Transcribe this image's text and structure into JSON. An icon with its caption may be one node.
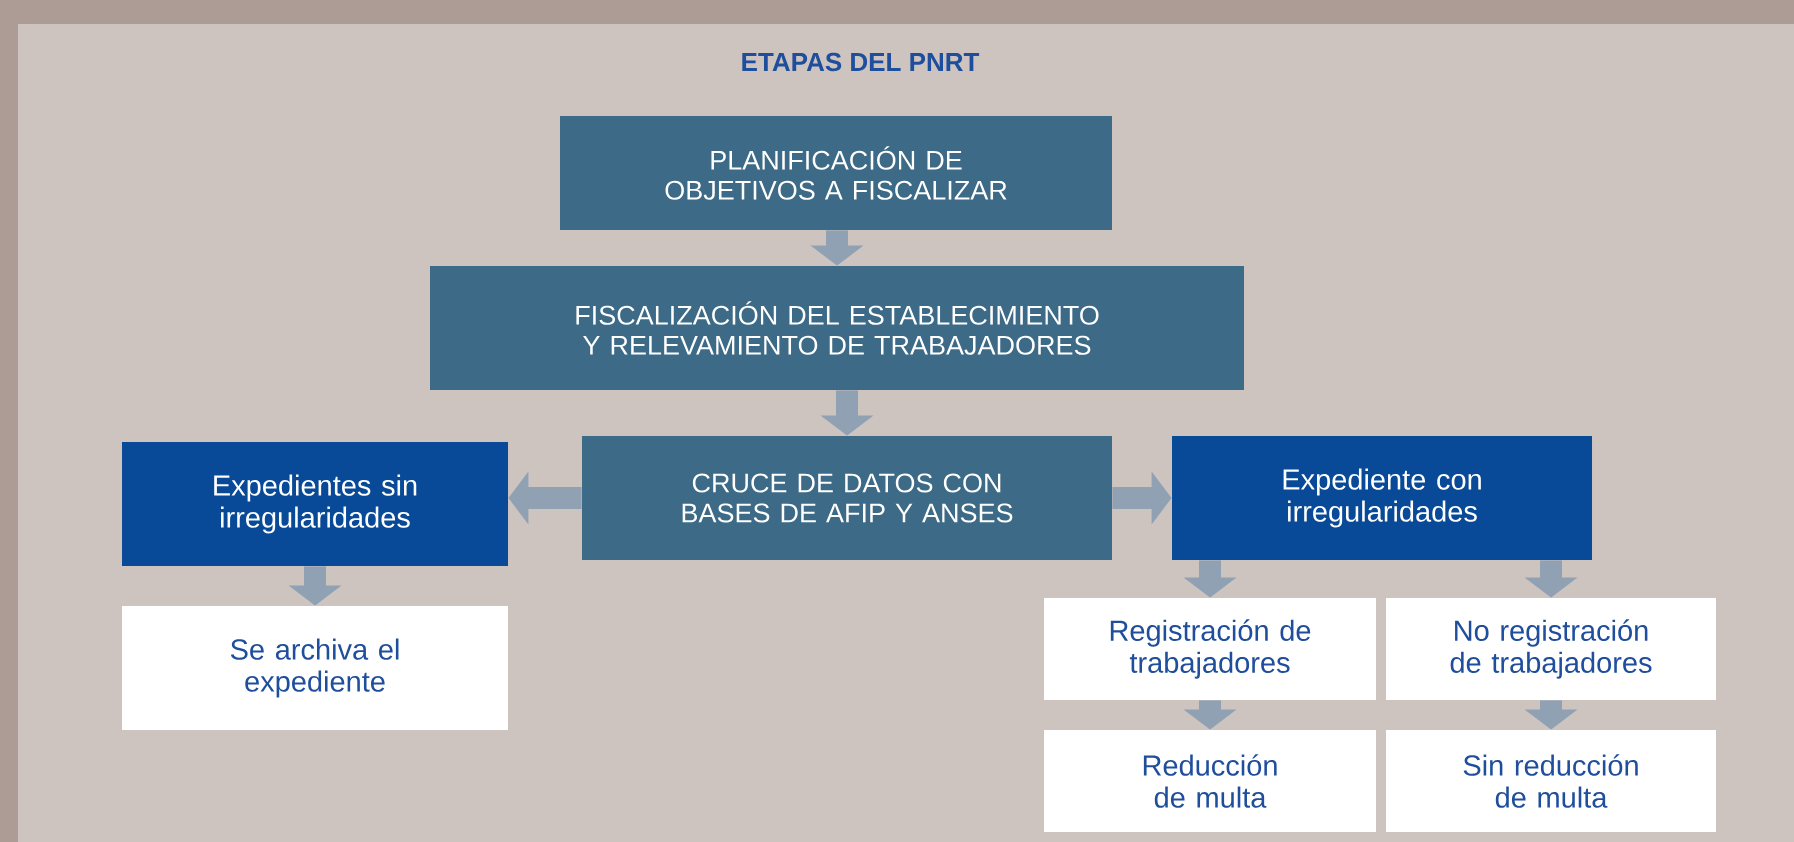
{
  "diagram": {
    "title": "ETAPAS DEL PNRT",
    "nodes": [
      {
        "text": [
          "PLANIFICACIÓN DE OBJETIVOS A FISCALIZAR"
        ]
      },
      {
        "text": [
          "FISCALIZACIÓN DEL ESTABLECIMIENTO Y RELEVAMIENTO DE TRABAJADORES"
        ]
      },
      {
        "text": [
          "CRUCE DE DATOS CON BASES DE AFIP Y ANSES"
        ]
      },
      {
        "text": [
          "Expedientes sin irregularidades"
        ]
      },
      {
        "text": [
          "Expediente con irregularidades"
        ]
      },
      {
        "text": [
          "Se archiva el expediente"
        ]
      },
      {
        "text": [
          "Registración de trabajadores"
        ]
      },
      {
        "text": [
          "No registración de trabajadores"
        ]
      },
      {
        "text": [
          "Reducción de multa"
        ]
      },
      {
        "text": [
          "Sin reducción de multa"
        ]
      }
    ],
    "edges": [
      {
        "from": 0,
        "to": 1,
        "arrow": "to"
      },
      {
        "from": 1,
        "to": 2,
        "arrow": "to"
      },
      {
        "from": 2,
        "to": 3,
        "arrow": "to"
      },
      {
        "from": 2,
        "to": 4,
        "arrow": "to"
      },
      {
        "from": 3,
        "to": 5,
        "arrow": "to"
      },
      {
        "from": 4,
        "to": 6,
        "arrow": "to"
      },
      {
        "from": 4,
        "to": 7,
        "arrow": "to"
      },
      {
        "from": 6,
        "to": 8,
        "arrow": "to"
      },
      {
        "from": 7,
        "to": 9,
        "arrow": "to"
      }
    ]
  }
}
